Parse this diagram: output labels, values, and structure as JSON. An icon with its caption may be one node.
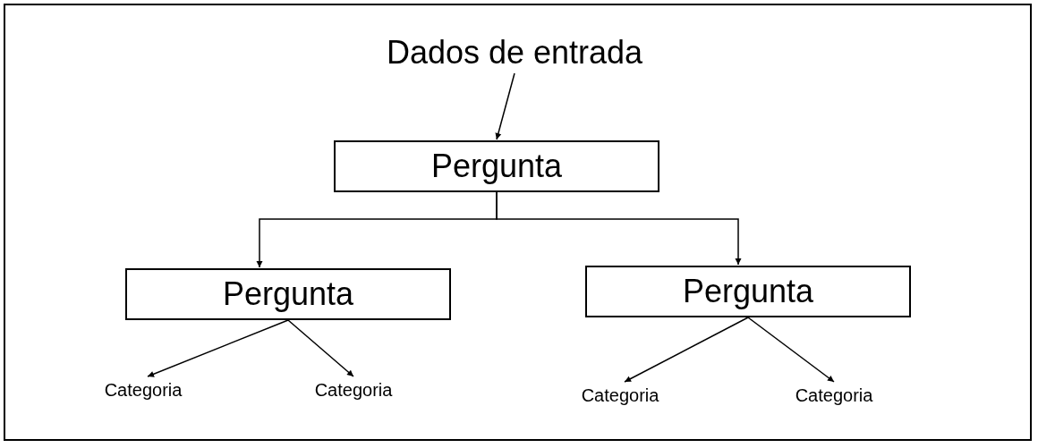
{
  "diagram": {
    "nodes": [
      {
        "text": [
          "Dados de entrada"
        ]
      },
      {
        "text": [
          "Pergunta"
        ]
      },
      {
        "text": [
          "Pergunta"
        ]
      },
      {
        "text": [
          "Pergunta"
        ]
      },
      {
        "text": [
          "Categoria"
        ]
      },
      {
        "text": [
          "Categoria"
        ]
      },
      {
        "text": [
          "Categoria"
        ]
      },
      {
        "text": [
          "Categoria"
        ]
      }
    ],
    "edges": [
      {
        "from": 0,
        "to": 1,
        "arrow": "to"
      },
      {
        "from": 1,
        "to": 2,
        "arrow": "to"
      },
      {
        "from": 1,
        "to": 3,
        "arrow": "to"
      },
      {
        "from": 2,
        "to": 4,
        "arrow": "to"
      },
      {
        "from": 2,
        "to": 5,
        "arrow": "to"
      },
      {
        "from": 3,
        "to": 6,
        "arrow": "to"
      },
      {
        "from": 3,
        "to": 7,
        "arrow": "to"
      }
    ]
  }
}
